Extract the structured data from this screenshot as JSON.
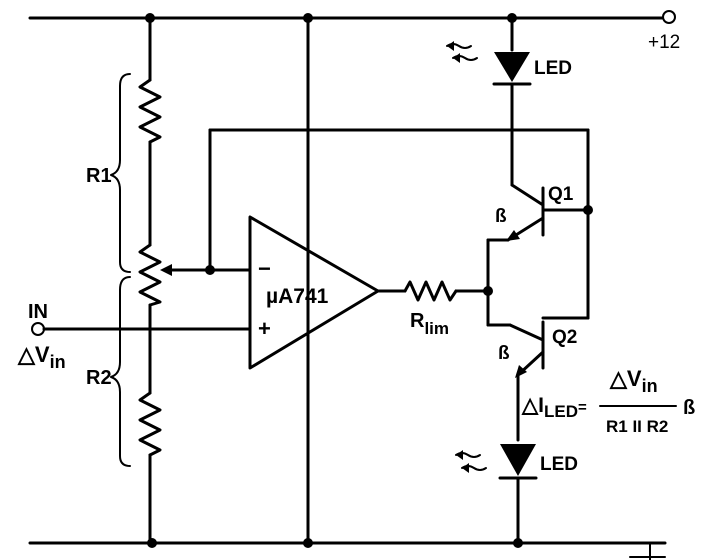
{
  "supply": {
    "label": "+12"
  },
  "opamp": {
    "label": "µA741",
    "inv": "−",
    "noninv": "+"
  },
  "input": {
    "label": "IN",
    "delta": "△V",
    "sub": "in"
  },
  "resistors": {
    "r1": "R1",
    "r2": "R2",
    "rlim": "R",
    "rlim_sub": "lim"
  },
  "transistors": {
    "q1": "Q1",
    "q2": "Q2",
    "beta1": "ß",
    "beta2": "ß"
  },
  "leds": {
    "top": "LED",
    "bottom": "LED"
  },
  "formula": {
    "lhs_delta": "△I",
    "lhs_sub": "LED",
    "eq": "=",
    "num": "△V",
    "num_sub": "in",
    "den": "R1 II R2",
    "beta": "ß"
  }
}
